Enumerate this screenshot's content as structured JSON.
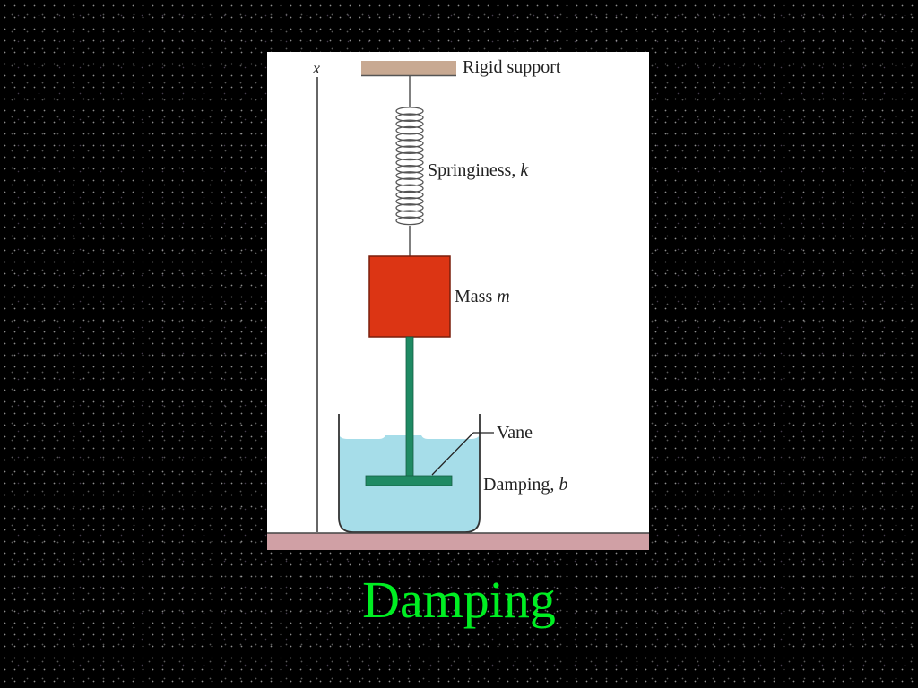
{
  "slide": {
    "title": "Damping",
    "title_color": "#00ee22"
  },
  "diagram": {
    "axis_label": "x",
    "rigid_support_label": "Rigid support",
    "spring_label": "Springiness, ",
    "spring_symbol": "k",
    "mass_label": "Mass ",
    "mass_symbol": "m",
    "vane_label": "Vane",
    "damping_label": "Damping, ",
    "damping_symbol": "b",
    "colors": {
      "support": "#c8a992",
      "mass": "#dc3514",
      "rod_and_vane": "#1f8a63",
      "fluid": "#a6dde9",
      "floor": "#d0a0a5",
      "spring": "#555555"
    }
  }
}
